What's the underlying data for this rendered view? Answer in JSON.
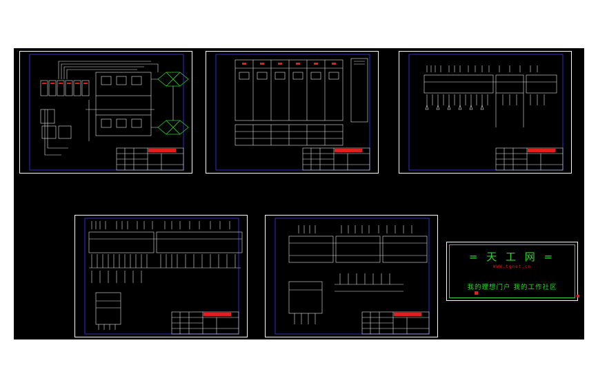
{
  "colors": {
    "background": "#000000",
    "frame": "#ffffff",
    "border": "#3a3aff",
    "drawing": "#e6e6e6",
    "accent_green": "#2bd62b",
    "accent_red": "#e02020",
    "accent_yellow": "#e0e020"
  },
  "sheets": [
    {
      "id": "sheet-1",
      "kind": "process"
    },
    {
      "id": "sheet-2",
      "kind": "cabinet"
    },
    {
      "id": "sheet-3",
      "kind": "wiring"
    },
    {
      "id": "sheet-4",
      "kind": "wiring"
    },
    {
      "id": "sheet-5",
      "kind": "wiring"
    }
  ],
  "banner": {
    "title": "= 天 工 网 =",
    "url": "WWW.tgnet.cn",
    "slogan": "我的理想门户 我的工作社区"
  }
}
